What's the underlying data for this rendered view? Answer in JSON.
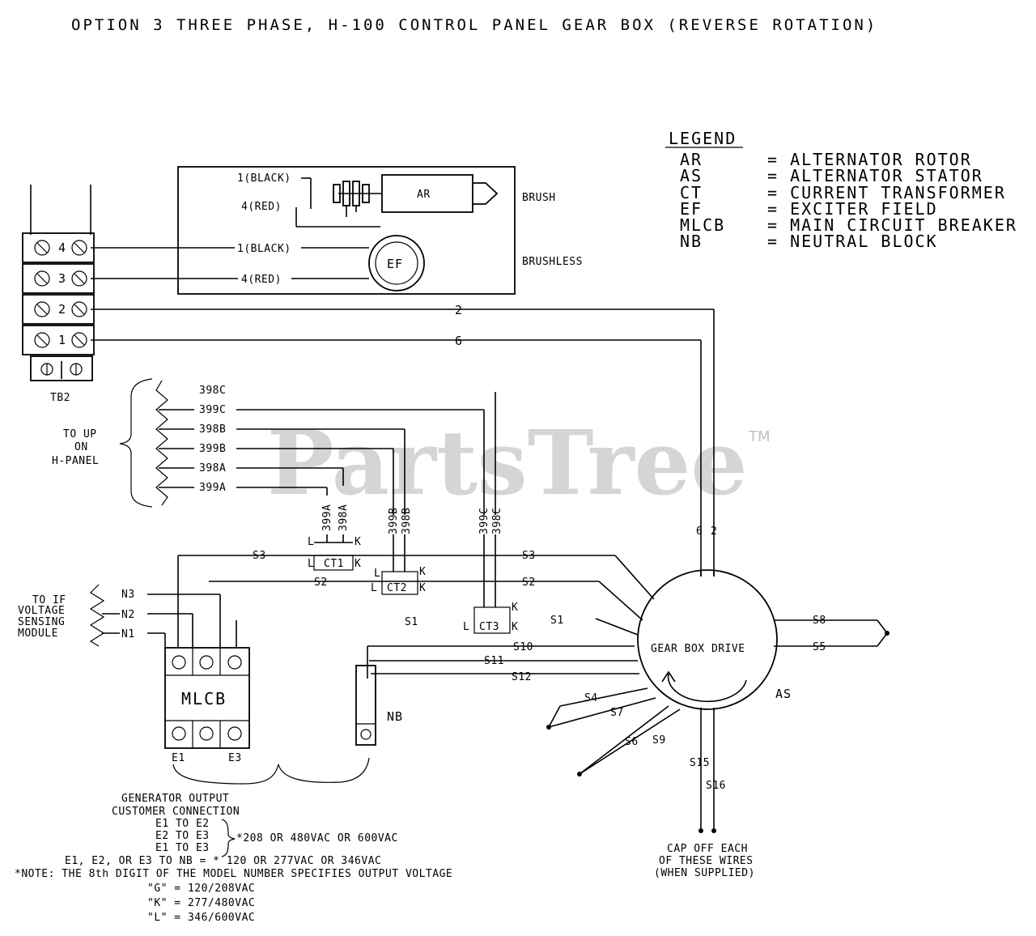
{
  "title": "OPTION 3    THREE PHASE, H-100 CONTROL PANEL GEAR BOX (REVERSE ROTATION)",
  "watermark": {
    "text": "PartsTree",
    "mark": "TM"
  },
  "legend": {
    "heading": "LEGEND",
    "items": [
      {
        "code": "AR",
        "desc": "= ALTERNATOR ROTOR"
      },
      {
        "code": "AS",
        "desc": "= ALTERNATOR STATOR"
      },
      {
        "code": "CT",
        "desc": "= CURRENT TRANSFORMER"
      },
      {
        "code": "EF",
        "desc": "= EXCITER FIELD"
      },
      {
        "code": "MLCB",
        "desc": "= MAIN CIRCUIT BREAKER"
      },
      {
        "code": "NB",
        "desc": "= NEUTRAL BLOCK"
      }
    ]
  },
  "terminal_block": {
    "label": "TB2",
    "terminals": [
      "4",
      "3",
      "2",
      "1"
    ]
  },
  "brush_box": {
    "brush_label": "BRUSH",
    "brushless_label": "BRUSHLESS",
    "ar_label": "AR",
    "ef_label": "EF",
    "wire_black_1": "1(BLACK)",
    "wire_red_1": "4(RED)",
    "wire_black_2": "1(BLACK)",
    "wire_red_2": "4(RED)"
  },
  "wires": {
    "w2": "2",
    "w6": "6",
    "w6_vert": "6",
    "w2_vert": "2"
  },
  "h_panel": {
    "label_lines": [
      "TO UP",
      "ON",
      "H-PANEL"
    ],
    "wires": [
      "398C",
      "399C",
      "398B",
      "399B",
      "398A",
      "399A"
    ]
  },
  "ct": {
    "ct1": "CT1",
    "ct2": "CT2",
    "ct3": "CT3",
    "l": "L",
    "k": "K",
    "ct1_wires": [
      "399A",
      "398A"
    ],
    "ct2_wires": [
      "399B",
      "398B"
    ],
    "ct3_wires": [
      "399C",
      "398C"
    ]
  },
  "stator_leads": {
    "s3_left": "S3",
    "s3_right": "S3",
    "s2_left": "S2",
    "s2_right": "S2",
    "s1_left": "S1",
    "s1_right": "S1",
    "s10": "S10",
    "s11": "S11",
    "s12": "S12",
    "s8": "S8",
    "s5": "S5",
    "s4": "S4",
    "s7": "S7",
    "s6": "S6",
    "s9": "S9",
    "s15": "S15",
    "s16": "S16"
  },
  "gear_box": {
    "label": "GEAR BOX DRIVE",
    "as_label": "AS"
  },
  "voltage_module": {
    "label_lines": [
      "TO IF",
      "VOLTAGE",
      "SENSING",
      "MODULE"
    ],
    "wires": [
      "N3",
      "N2",
      "N1"
    ]
  },
  "mlcb": {
    "label": "MLCB",
    "e1": "E1",
    "e3": "E3"
  },
  "nb": {
    "label": "NB"
  },
  "cap_note": [
    "CAP OFF EACH",
    "OF THESE WIRES",
    "(WHEN SUPPLIED)"
  ],
  "output_notes": {
    "line1": "GENERATOR OUTPUT",
    "line2": "CUSTOMER CONNECTION",
    "line3": "E1 TO E2",
    "line4": "E2 TO E3",
    "line5": "E1 TO E3",
    "brace_note": "*208 OR 480VAC OR 600VAC",
    "line6": "E1, E2, OR E3 TO NB = * 120 OR 277VAC OR 346VAC",
    "line7": "*NOTE: THE 8th DIGIT OF THE MODEL NUMBER SPECIFIES OUTPUT VOLTAGE",
    "line8": "\"G\" = 120/208VAC",
    "line9": "\"K\" = 277/480VAC",
    "line10": "\"L\" = 346/600VAC"
  }
}
